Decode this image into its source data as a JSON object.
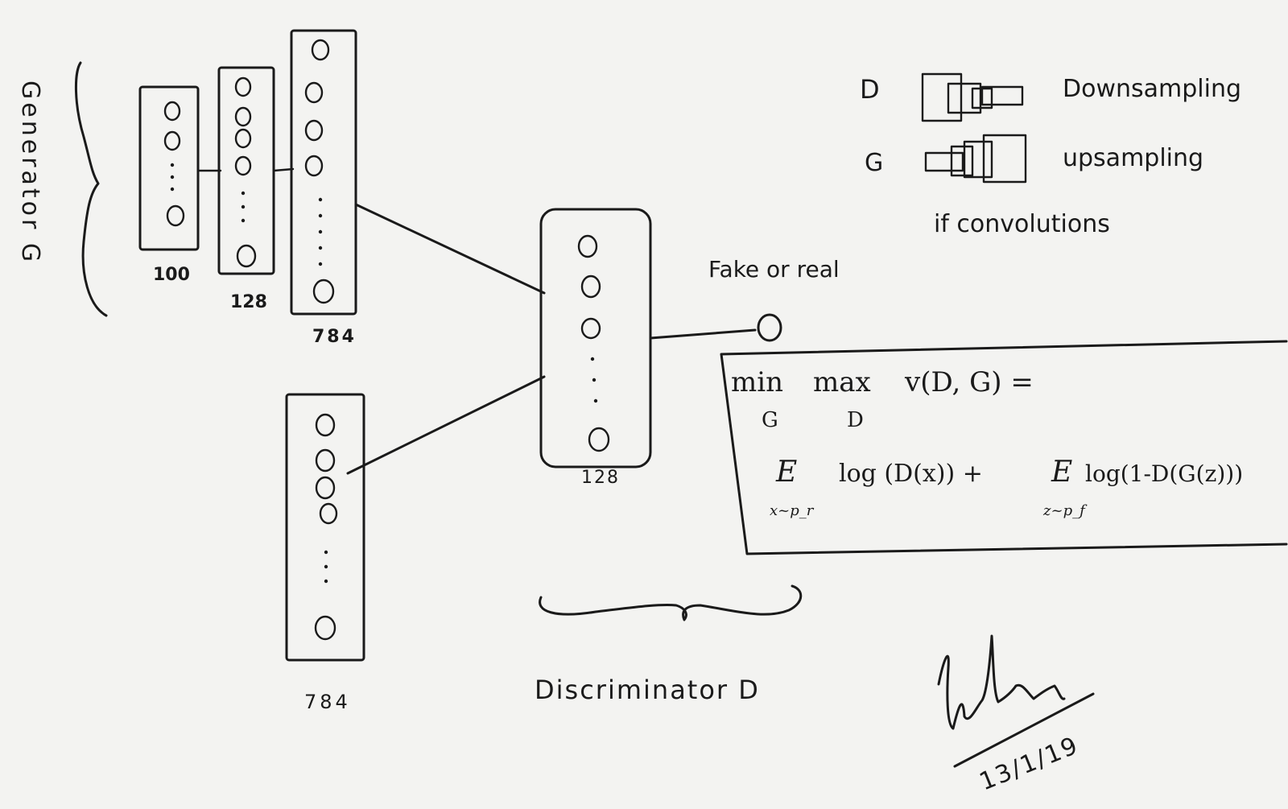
{
  "generator": {
    "label": "Generator G",
    "layers": [
      {
        "size_label": "100"
      },
      {
        "size_label": "128"
      },
      {
        "size_label": "784"
      }
    ]
  },
  "discriminator": {
    "label": "Discriminator D",
    "input_size_label": "784",
    "hidden_size_label": "128",
    "output_label": "Fake or real"
  },
  "legend": {
    "d_letter": "D",
    "d_text": "Downsampling",
    "g_letter": "G",
    "g_text": "upsampling",
    "note": "if convolutions"
  },
  "equation": {
    "line1_min": "min",
    "line1_min_sub": "G",
    "line1_max": "max",
    "line1_max_sub": "D",
    "line1_rest": "v(D, G) =",
    "line2_e1": "E",
    "line2_e1_sub": "x~p_r",
    "line2_term1": "log (D(x)) +",
    "line2_e2": "E",
    "line2_e2_sub": "z~p_f",
    "line2_term2": "log(1-D(G(z)))"
  },
  "signature": {
    "date": "13/1/19"
  }
}
